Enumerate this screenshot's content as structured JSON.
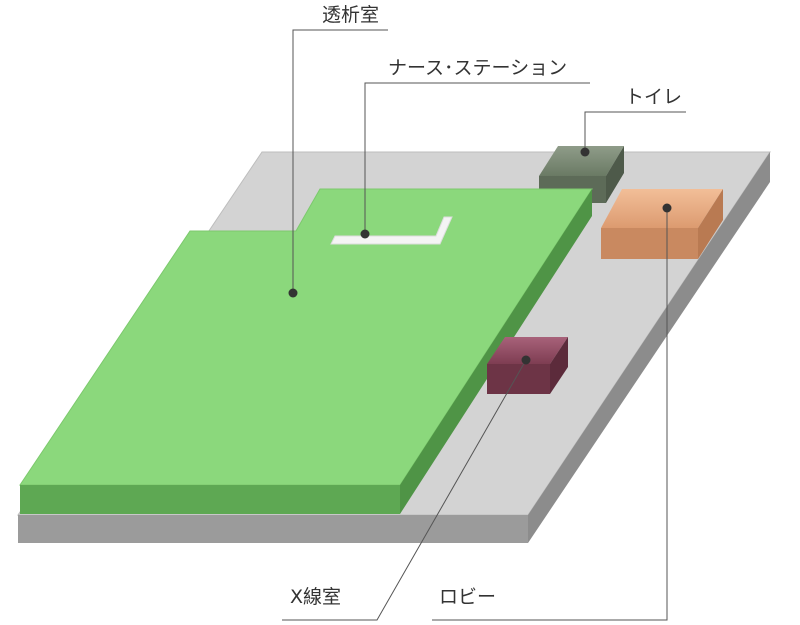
{
  "labels": {
    "dialysis": "透析室",
    "nurse_station": "ナース･ステーション",
    "toilet": "トイレ",
    "xray": "X線室",
    "lobby": "ロビー"
  },
  "colors": {
    "base_top": "#d3d3d3",
    "base_front": "#9b9b9b",
    "base_side": "#8c8c8c",
    "dialysis_top": "#8bd87c",
    "dialysis_front": "#5ea853",
    "dialysis_side": "#4f9446",
    "toilet": "#7b8a75",
    "lobby": "#e8a97e",
    "xray": "#8e4a5e",
    "leader": "#555555",
    "dot": "#333333"
  }
}
